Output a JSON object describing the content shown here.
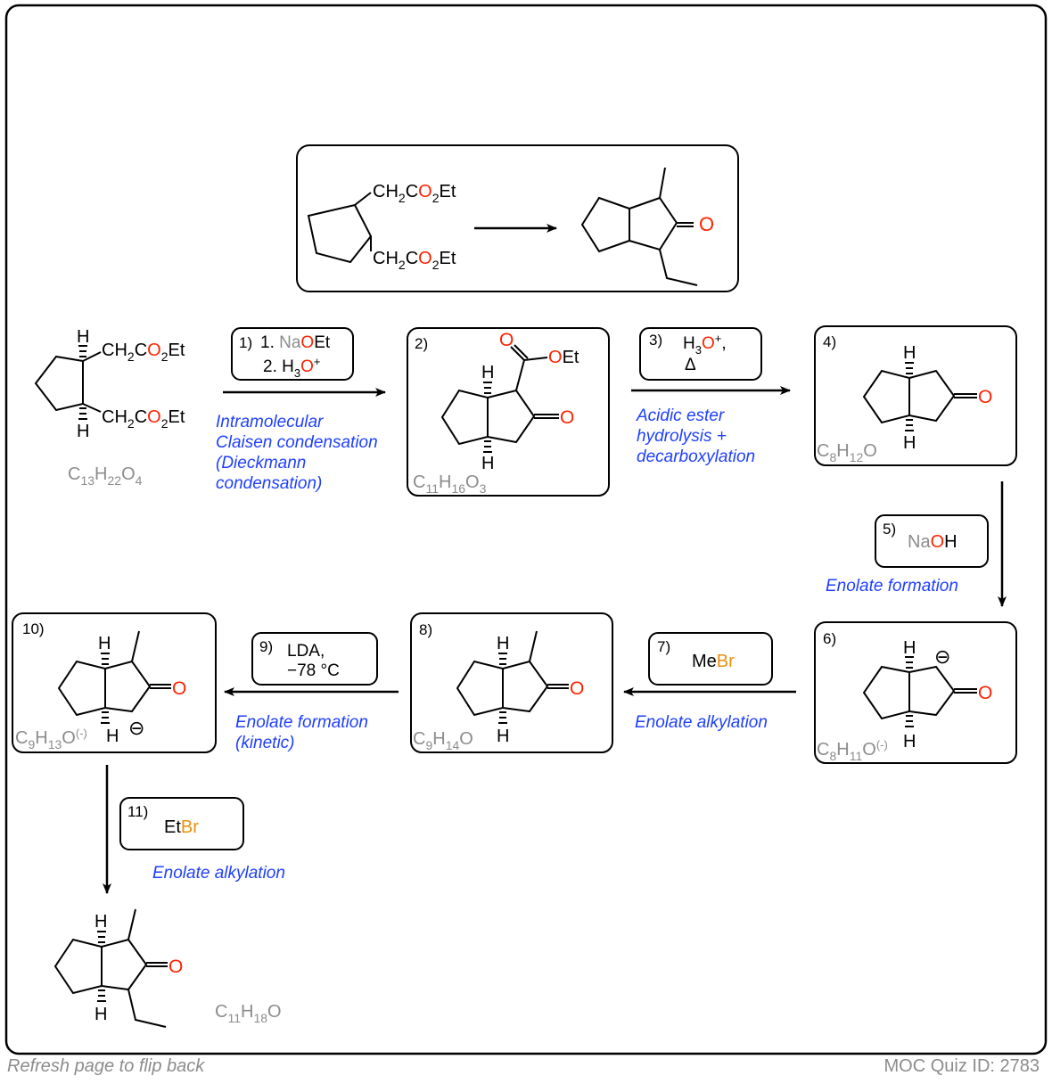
{
  "colors": {
    "oxygen": "#ff2200",
    "bromine": "#e8900c",
    "annotation": "#1f3fff",
    "formula": "#8c8c8c",
    "sodium": "#8c8c8c",
    "bond": "#000000"
  },
  "overview": {
    "substituent_top": [
      "CH",
      "2",
      "C",
      "O",
      "2",
      "Et"
    ],
    "substituent_bottom": [
      "CH",
      "2",
      "C",
      "O",
      "2",
      "Et"
    ],
    "product_oxygen": "O"
  },
  "start": {
    "H_top": "H",
    "H_bottom": "H",
    "substituent_top": [
      "CH",
      "2",
      "C",
      "O",
      "2",
      "Et"
    ],
    "substituent_bottom": [
      "CH",
      "2",
      "C",
      "O",
      "2",
      "Et"
    ],
    "formula": [
      "C",
      "13",
      "H",
      "22",
      "O",
      "4"
    ]
  },
  "steps": {
    "s1": {
      "number": "1)",
      "line1": [
        "1. ",
        "Na",
        "O",
        "Et"
      ],
      "line2": [
        "2. H",
        "3",
        "O",
        "+"
      ],
      "note": [
        "Intramolecular",
        "Claisen condensation",
        "(Dieckmann",
        "condensation)"
      ]
    },
    "s3": {
      "number": "3)",
      "line1": [
        "H",
        "3",
        "O",
        "+",
        ","
      ],
      "line2": "Δ",
      "note": [
        "Acidic ester",
        "hydrolysis +",
        "decarboxylation"
      ]
    },
    "s5": {
      "number": "5)",
      "reagent": [
        "Na",
        "O",
        "H"
      ],
      "note": "Enolate formation"
    },
    "s7": {
      "number": "7)",
      "reagent": [
        "Me",
        "Br"
      ],
      "note": "Enolate alkylation"
    },
    "s9": {
      "number": "9)",
      "line1": "LDA,",
      "line2": "−78 °C",
      "note": [
        "Enolate formation",
        "(kinetic)"
      ]
    },
    "s11": {
      "number": "11)",
      "reagent": [
        "Et",
        "Br"
      ],
      "note": "Enolate alkylation"
    }
  },
  "intermediates": {
    "i2": {
      "label": "2)",
      "formula": [
        "C",
        "11",
        "H",
        "16",
        "O",
        "3"
      ],
      "H_top": "H",
      "H_bottom": "H",
      "ketone_O": "O",
      "ester_O_double": "O",
      "ester_O": "O",
      "ester_Et": "Et"
    },
    "i4": {
      "label": "4)",
      "formula": [
        "C",
        "8",
        "H",
        "12",
        "O"
      ],
      "H_top": "H",
      "H_bottom": "H",
      "ketone_O": "O"
    },
    "i6": {
      "label": "6)",
      "formula": [
        "C",
        "8",
        "H",
        "11",
        "O",
        "(-)"
      ],
      "H_top": "H",
      "H_bottom": "H",
      "ketone_O": "O",
      "charge": "⊖"
    },
    "i8": {
      "label": "8)",
      "formula": [
        "C",
        "9",
        "H",
        "14",
        "O"
      ],
      "H_top": "H",
      "H_bottom": "H",
      "ketone_O": "O"
    },
    "i10": {
      "label": "10)",
      "formula": [
        "C",
        "9",
        "H",
        "13",
        "O",
        "(-)"
      ],
      "H_top": "H",
      "H_bottom": "H",
      "ketone_O": "O",
      "charge": "⊖"
    }
  },
  "final": {
    "H_top": "H",
    "H_bottom": "H",
    "ketone_O": "O",
    "formula": [
      "C",
      "11",
      "H",
      "18",
      "O"
    ]
  },
  "footer": {
    "left": "Refresh page to flip back",
    "right": "MOC Quiz ID: 2783"
  }
}
